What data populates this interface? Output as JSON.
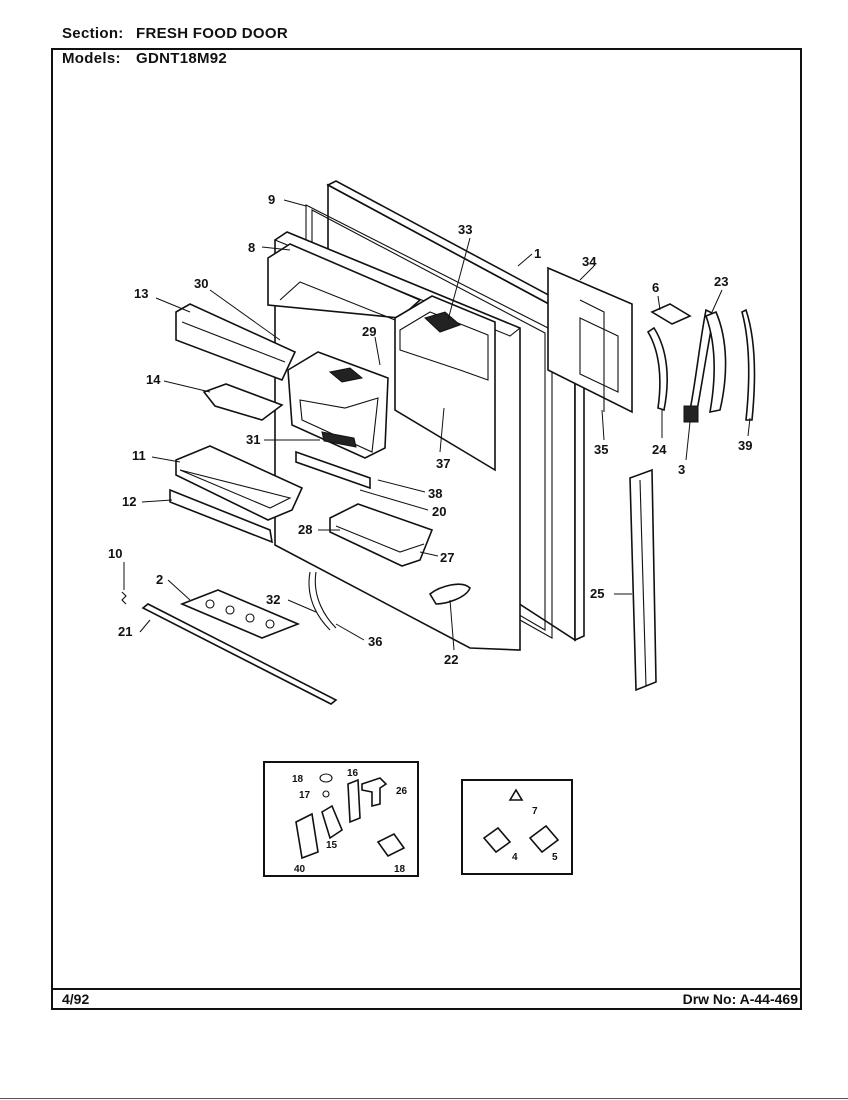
{
  "header": {
    "section_label": "Section:",
    "section_value": "FRESH FOOD DOOR",
    "models_label": "Models:",
    "models_value": "GDNT18M92"
  },
  "footer": {
    "date": "4/92",
    "drawing_number": "Drw No:  A-44-469"
  },
  "callouts": {
    "c1": "1",
    "c2": "2",
    "c3": "3",
    "c6": "6",
    "c8": "8",
    "c9": "9",
    "c10": "10",
    "c11": "11",
    "c12": "12",
    "c13": "13",
    "c14": "14",
    "c20": "20",
    "c21": "21",
    "c22": "22",
    "c23": "23",
    "c24": "24",
    "c25": "25",
    "c27": "27",
    "c28": "28",
    "c29": "29",
    "c30": "30",
    "c31": "31",
    "c32": "32",
    "c33": "33",
    "c34": "34",
    "c35": "35",
    "c36": "36",
    "c37": "37",
    "c38": "38",
    "c39": "39"
  },
  "inset_left": {
    "c18a": "18",
    "c16": "16",
    "c17": "17",
    "c26": "26",
    "c15": "15",
    "c40": "40",
    "c18b": "18"
  },
  "inset_right": {
    "c7": "7",
    "c4": "4",
    "c5": "5"
  }
}
